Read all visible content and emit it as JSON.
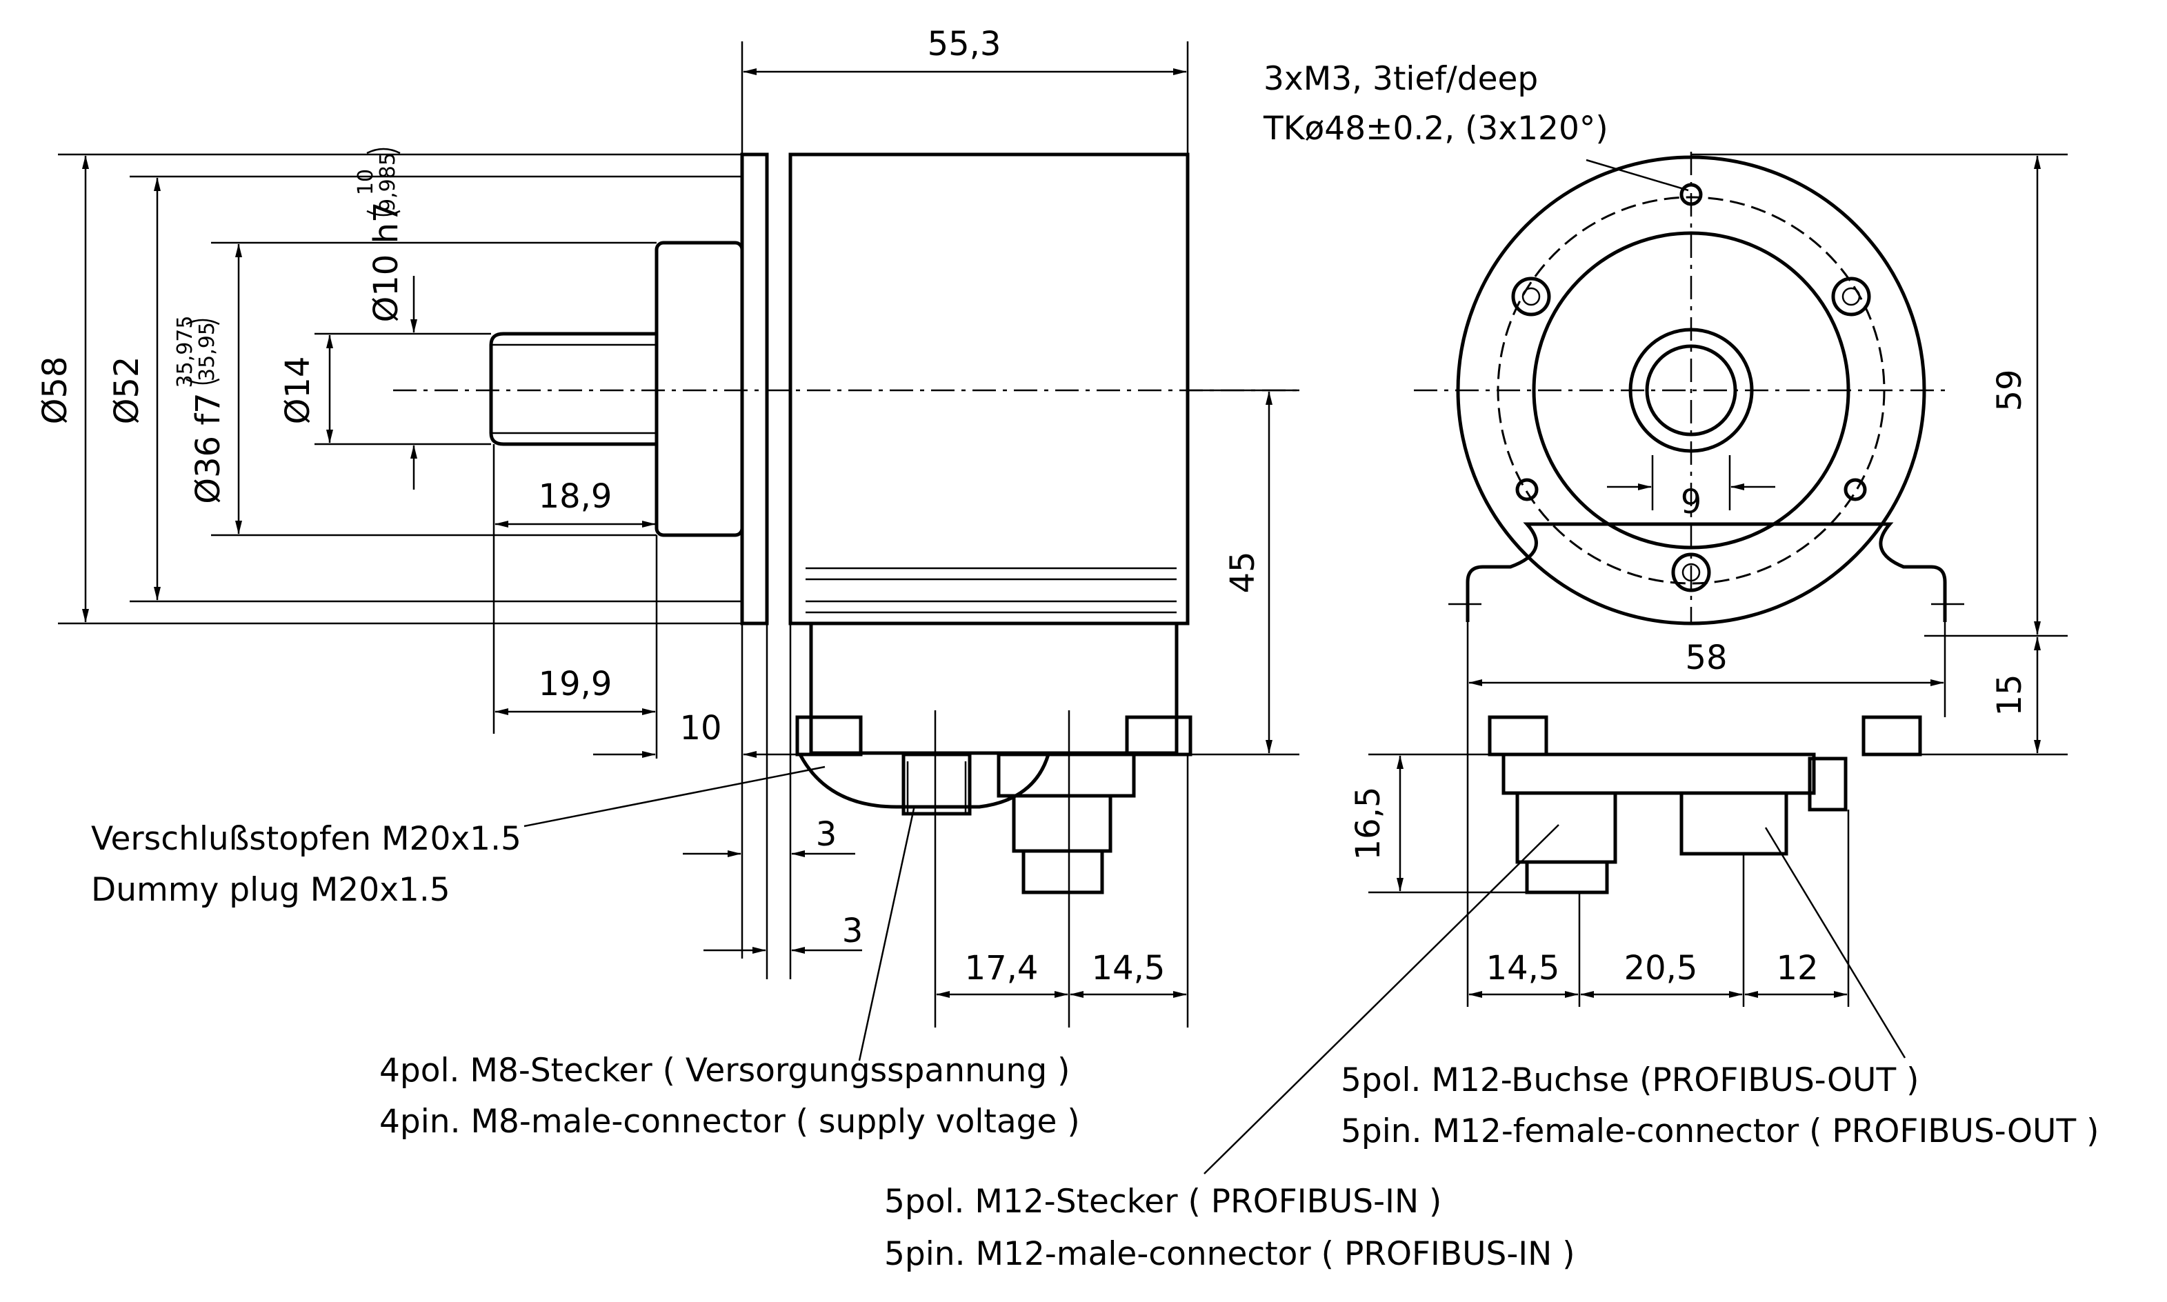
{
  "dimensions": {
    "d58": "Ø58",
    "d52": "Ø52",
    "d36": "Ø36 f7",
    "d36_tol_upper": "35,975",
    "d36_tol_lower": "35,95",
    "d14": "Ø14",
    "d10": "Ø10 h7",
    "d10_tol_upper": "10",
    "d10_tol_lower": "9,985",
    "len_55_3": "55,3",
    "len_18_9": "18,9",
    "len_19_9": "19,9",
    "len_10": "10",
    "len_3a": "3",
    "len_3b": "3",
    "len_45": "45",
    "len_17_4": "17,4",
    "len_14_5_side": "14,5",
    "len_59": "59",
    "len_15": "15",
    "len_58": "58",
    "len_9": "9",
    "len_16_5": "16,5",
    "len_14_5_front": "14,5",
    "len_20_5": "20,5",
    "len_12": "12"
  },
  "notes": {
    "mount_line1": "3xM3, 3tief/deep",
    "mount_line2": "TKø48±0.2, (3x120°)",
    "plug_de": "Verschlußstopfen M20x1.5",
    "plug_en": "Dummy plug M20x1.5",
    "m8_de": "4pol. M8-Stecker ( Versorgungsspannung )",
    "m8_en": "4pin. M8-male-connector ( supply voltage )",
    "m12in_de": "5pol. M12-Stecker ( PROFIBUS-IN )",
    "m12in_en": "5pin. M12-male-connector ( PROFIBUS-IN )",
    "m12out_de": "5pol. M12-Buchse  (PROFIBUS-OUT   )",
    "m12out_en": "5pin. M12-female-connector ( PROFIBUS-OUT )"
  }
}
